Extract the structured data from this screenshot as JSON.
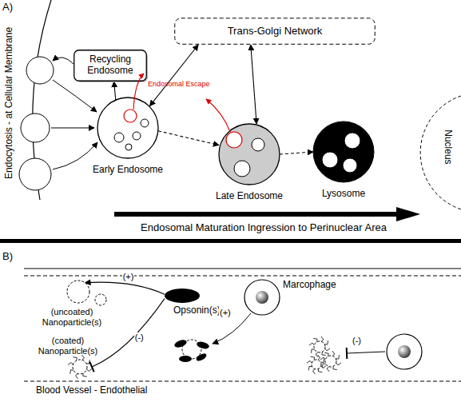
{
  "diagram": {
    "nodes": [
      {
        "text": [
          "Recycling Endosome"
        ]
      },
      {
        "text": [
          "Trans-Golgi Network"
        ]
      },
      {
        "text": [
          "Early Endosome"
        ]
      },
      {
        "text": [
          "Late Endosome"
        ]
      },
      {
        "text": [
          "Lysosome"
        ]
      },
      {
        "text": [
          "Opsonin(s)"
        ]
      },
      {
        "text": [
          "Marcophage"
        ]
      },
      {
        "text": [
          "(uncoated) Nanoparticle(s)"
        ]
      },
      {
        "text": [
          "(coated) Nanoparticle(s)"
        ]
      }
    ],
    "edges": [
      {
        "from": 2,
        "to": 0,
        "arrow": "to"
      },
      {
        "from": 2,
        "to": 1,
        "arrow": "both"
      },
      {
        "from": 3,
        "to": 1,
        "arrow": "both"
      },
      {
        "from": 2,
        "to": 3,
        "arrow": "to"
      },
      {
        "from": 3,
        "to": 4,
        "arrow": "to"
      },
      {
        "from": 5,
        "to": 7,
        "label": "(+)",
        "arrow": "to"
      },
      {
        "from": 5,
        "to": 8,
        "label": "(-)",
        "arrow": "to"
      }
    ],
    "labels": [
      "A)",
      "Endocytosis - at Cellular Membrane",
      "Endosomal Escape",
      "Nucleus",
      "Endosomal Maturation Ingression to Perinuclear Area",
      "B)",
      "(+)",
      "(-)",
      "Blood Vessel - Endothelial"
    ]
  }
}
